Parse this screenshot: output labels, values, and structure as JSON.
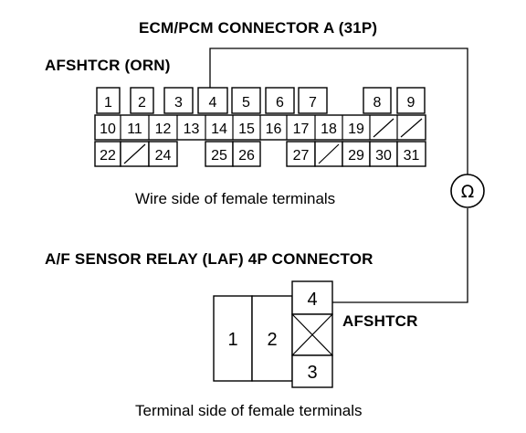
{
  "ecm_connector": {
    "title": "ECM/PCM CONNECTOR A (31P)",
    "probe_label": "AFSHTCR (ORN)",
    "caption": "Wire side of female terminals",
    "row1": [
      "1",
      "2",
      "3",
      "4",
      "5",
      "6",
      "7",
      "8",
      "9"
    ],
    "row2": [
      "10",
      "11",
      "12",
      "13",
      "14",
      "15",
      "16",
      "17",
      "18",
      "19",
      "",
      ""
    ],
    "row3": [
      "22",
      "",
      "24",
      "25",
      "26",
      "27",
      "",
      "29",
      "30",
      "31"
    ]
  },
  "meter": {
    "symbol": "Ω",
    "icon": "ohmmeter-icon"
  },
  "laf_connector": {
    "title": "A/F SENSOR RELAY (LAF) 4P CONNECTOR",
    "probe_label": "AFSHTCR",
    "caption": "Terminal side of female terminals",
    "terminals": [
      "1",
      "2",
      "4",
      "3"
    ]
  }
}
